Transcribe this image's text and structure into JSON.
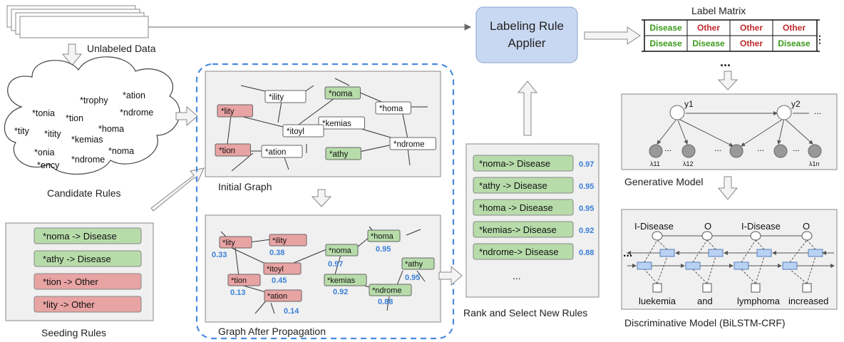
{
  "labels": {
    "unlabeled_data": "Unlabeled Data",
    "candidate_rules": "Candidate Rules",
    "seeding_rules": "Seeding Rules",
    "initial_graph": "Initial Graph",
    "graph_after_propagation": "Graph After Propagation",
    "rank_select": "Rank and Select New Rules",
    "labeling_rule_applier_1": "Labeling Rule",
    "labeling_rule_applier_2": "Applier",
    "label_matrix": "Label Matrix",
    "generative_model": "Generative Model",
    "discriminative_model": "Discriminative Model (BiLSTM-CRF)",
    "ellipsis": "..."
  },
  "candidate_rules": [
    "*trophy",
    "*ation",
    "*tonia",
    "*tion",
    "*ndrome",
    "*tity",
    "*itity",
    "*homa",
    "*kemias",
    "*onia",
    "*ndrome",
    "*noma",
    "*ency"
  ],
  "seeding_rules": [
    {
      "text": "*noma -> Disease",
      "label": "Disease"
    },
    {
      "text": "*athy  -> Disease",
      "label": "Disease"
    },
    {
      "text": "*tion  -> Other",
      "label": "Other"
    },
    {
      "text": "*lity  -> Other",
      "label": "Other"
    }
  ],
  "initial_graph_nodes": [
    {
      "text": "*ility",
      "label": "none"
    },
    {
      "text": "*noma",
      "label": "Disease"
    },
    {
      "text": "*lity",
      "label": "Other"
    },
    {
      "text": "*homa",
      "label": "none"
    },
    {
      "text": "*kemias",
      "label": "none"
    },
    {
      "text": "*itoyl",
      "label": "none"
    },
    {
      "text": "*ndrome",
      "label": "none"
    },
    {
      "text": "*tion",
      "label": "Other"
    },
    {
      "text": "*ation",
      "label": "none"
    },
    {
      "text": "*athy",
      "label": "Disease"
    }
  ],
  "propagated_nodes": [
    {
      "text": "*lity",
      "label": "Other",
      "score": "0.33"
    },
    {
      "text": "*ility",
      "label": "Other",
      "score": "0.38"
    },
    {
      "text": "*homa",
      "label": "Disease",
      "score": "0.95"
    },
    {
      "text": "*noma",
      "label": "Disease",
      "score": "0.97"
    },
    {
      "text": "*itoyl",
      "label": "Other",
      "score": "0.45"
    },
    {
      "text": "*athy",
      "label": "Disease",
      "score": "0.95"
    },
    {
      "text": "*tion",
      "label": "Other",
      "score": "0.13"
    },
    {
      "text": "*kemias",
      "label": "Disease",
      "score": "0.92"
    },
    {
      "text": "*ndrome",
      "label": "Disease",
      "score": "0.88"
    },
    {
      "text": "*ation",
      "label": "Other",
      "score": "0.14"
    }
  ],
  "new_rules": [
    {
      "text": "*noma-> Disease",
      "score": "0.97"
    },
    {
      "text": "*athy -> Disease",
      "score": "0.95"
    },
    {
      "text": "*homa -> Disease",
      "score": "0.95"
    },
    {
      "text": "*kemias-> Disease",
      "score": "0.92"
    },
    {
      "text": "*ndrome-> Disease",
      "score": "0.88"
    }
  ],
  "label_matrix": [
    [
      "Disease",
      "Other",
      "Other",
      "Other"
    ],
    [
      "Disease",
      "Disease",
      "Other",
      "Disease"
    ]
  ],
  "generative": {
    "y1": "y1",
    "y2": "y2",
    "l11": "λ11",
    "l12": "λ12",
    "l1n": "λ1n"
  },
  "discriminative": {
    "tags": [
      "I-Disease",
      "O",
      "I-Disease",
      "O"
    ],
    "words": [
      "luekemia",
      "and",
      "lymphoma",
      "increased"
    ]
  },
  "colors": {
    "disease_fill": "#b7dcaa",
    "other_fill": "#e8a3a3",
    "applier_fill": "#c9d8f2",
    "panel_fill": "#f0f0f0",
    "score": "#3a7fd9",
    "dashed_border": "#4a8be0"
  }
}
